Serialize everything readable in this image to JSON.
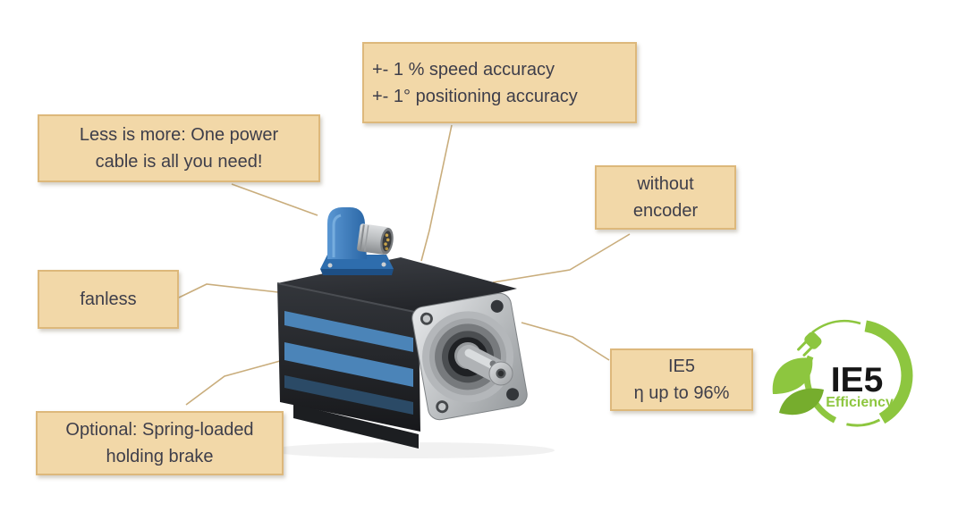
{
  "callouts": {
    "accuracy": {
      "line1": "+- 1 % speed accuracy",
      "line2": "+- 1° positioning accuracy"
    },
    "power_cable": {
      "line1": "Less is more: One power",
      "line2": "cable is all you need!"
    },
    "fanless": {
      "line1": "fanless"
    },
    "brake": {
      "line1": "Optional: Spring-loaded",
      "line2": "holding brake"
    },
    "encoder": {
      "line1": "without",
      "line2": "encoder"
    },
    "efficiency": {
      "line1": "IE5",
      "line2": "η up to 96%"
    }
  },
  "logo": {
    "title": "IE5",
    "subtitle": "Efficiency"
  },
  "colors": {
    "callout_fill": "#f2d8a8",
    "callout_border": "#ddb87b",
    "callout_text": "#3e3e4a",
    "connector_line": "#c9ad7c",
    "logo_green": "#8dc63f",
    "motor_stripe_blue": "#4b84b8",
    "motor_connector_blue": "#3a7cc0",
    "motor_body_black": "#26282c"
  }
}
